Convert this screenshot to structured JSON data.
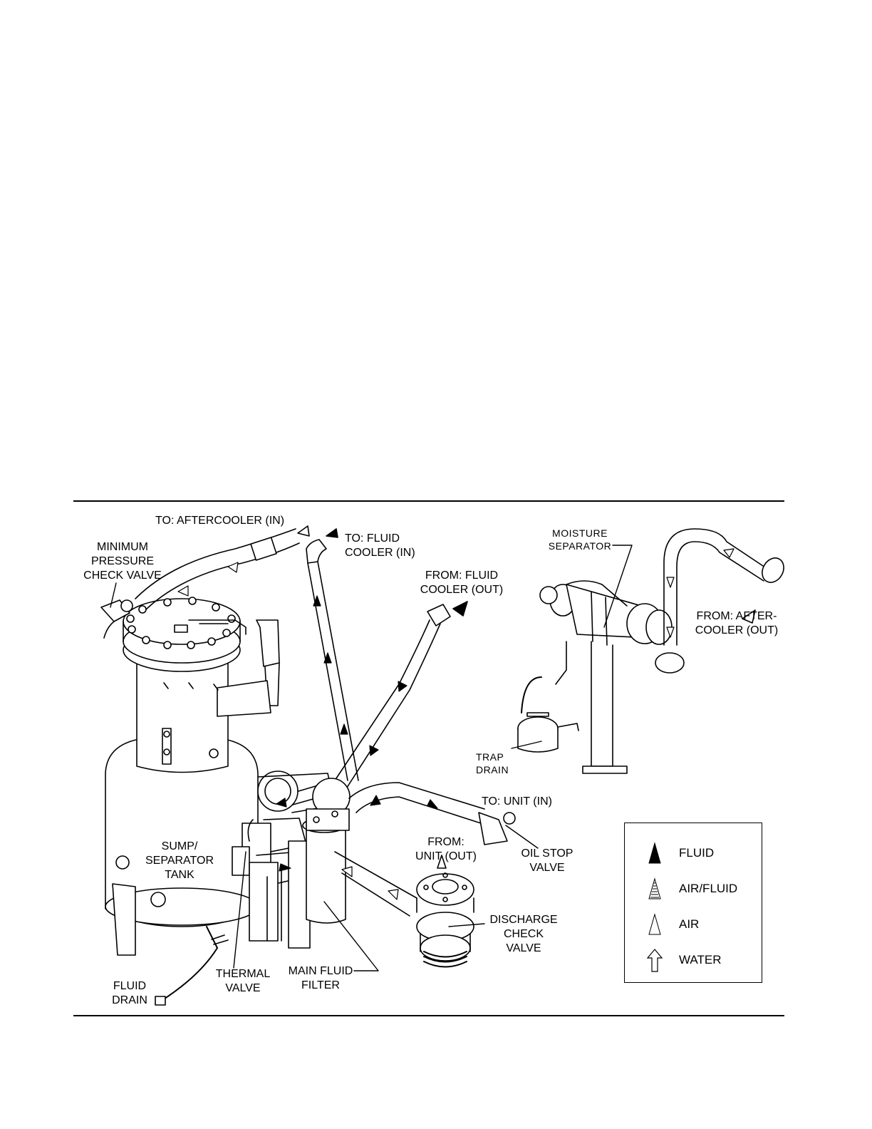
{
  "labels": {
    "to_aftercooler_in": "TO: AFTERCOOLER (IN)",
    "min_pressure_1": "MINIMUM",
    "min_pressure_2": "PRESSURE",
    "min_pressure_3": "CHECK VALVE",
    "to_fluid_cooler_1": "TO: FLUID",
    "to_fluid_cooler_2": "COOLER (IN)",
    "from_fluid_cooler_1": "FROM: FLUID",
    "from_fluid_cooler_2": "COOLER (OUT)",
    "moisture_sep_1": "MOISTURE",
    "moisture_sep_2": "SEPARATOR",
    "from_aftercooler_1": "FROM: AFTER-",
    "from_aftercooler_2": "COOLER (OUT)",
    "trap_drain_1": "TRAP",
    "trap_drain_2": "DRAIN",
    "to_unit_in": "TO: UNIT (IN)",
    "from_unit_1": "FROM:",
    "from_unit_2": "UNIT (OUT)",
    "oil_stop_1": "OIL STOP",
    "oil_stop_2": "VALVE",
    "sump_1": "SUMP/",
    "sump_2": "SEPARATOR",
    "sump_3": "TANK",
    "discharge_1": "DISCHARGE",
    "discharge_2": "CHECK",
    "discharge_3": "VALVE",
    "thermal_1": "THERMAL",
    "thermal_2": "VALVE",
    "main_filter_1": "MAIN FLUID",
    "main_filter_2": "FILTER",
    "fluid_drain_1": "FLUID",
    "fluid_drain_2": "DRAIN"
  },
  "legend": {
    "fluid": "FLUID",
    "air_fluid": "AIR/FLUID",
    "air": "AIR",
    "water": "WATER"
  }
}
